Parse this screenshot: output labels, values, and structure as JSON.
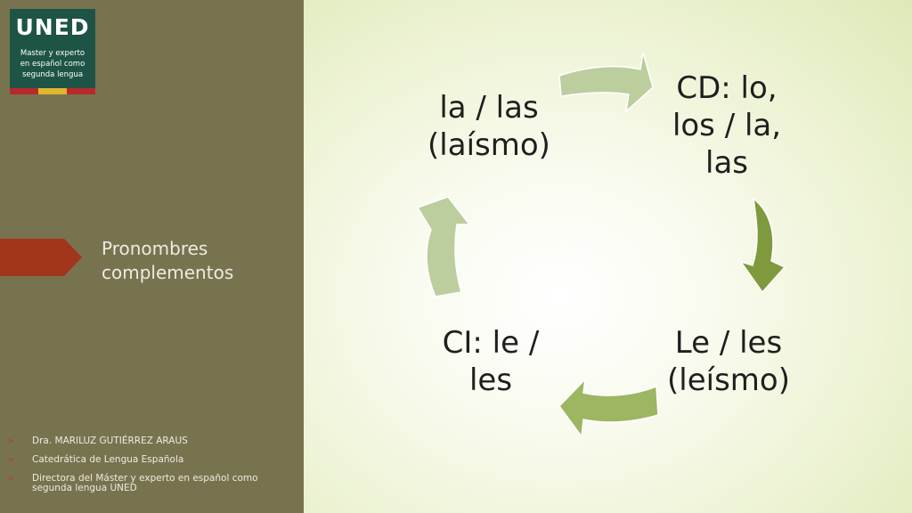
{
  "logo": {
    "title": "UNED",
    "subtitle_lines": [
      "Master y experto",
      "en español como",
      "segunda lengua"
    ]
  },
  "sidebar": {
    "section_title_lines": [
      "Pronombres",
      "complementos"
    ],
    "credits": [
      "Dra. MARILUZ GUTIÉRREZ ARAUS",
      "Catedrática de Lengua Española",
      "Directora del Máster  y experto en español como segunda lengua UNED"
    ],
    "bullet_icon": "arrow-bullet-icon"
  },
  "cycle": {
    "nodes": [
      {
        "id": "cd",
        "lines": [
          "CD: lo,",
          "los / la,",
          "las"
        ]
      },
      {
        "id": "leismo",
        "lines": [
          "Le / les",
          "(leísmo)"
        ]
      },
      {
        "id": "ci",
        "lines": [
          "CI: le /",
          "les"
        ]
      },
      {
        "id": "laismo",
        "lines": [
          "la / las",
          "(laísmo)"
        ]
      }
    ],
    "arrow_colors": {
      "light_fill": "#bccd9e",
      "light_stroke": "#ffffff",
      "dark_fill": "#7e9a3d",
      "mid_fill": "#9cb661"
    }
  },
  "colors": {
    "sidebar": "#78734f",
    "logo_bg": "#1d5446",
    "accent_marker": "#a2351b",
    "sidebar_text": "#ecebe0"
  }
}
